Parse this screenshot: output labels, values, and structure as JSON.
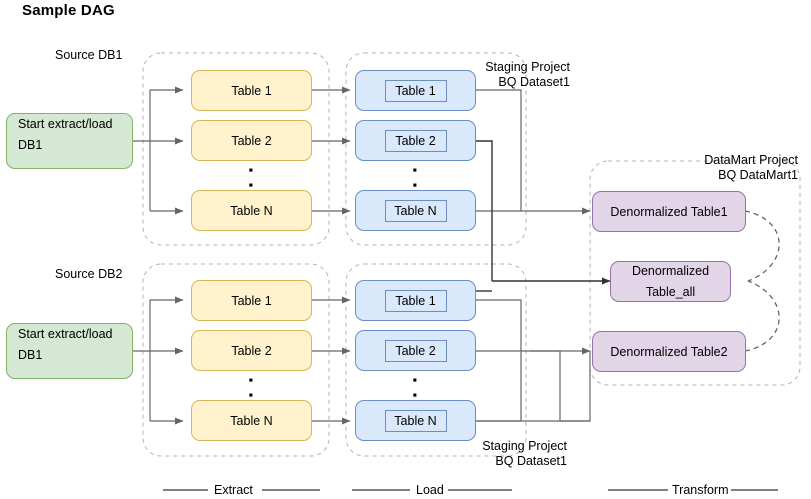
{
  "title": "Sample DAG",
  "groups": {
    "source_db1_label": "Source DB1",
    "source_db2_label": "Source DB2",
    "staging_top_line1": "Staging Project",
    "staging_top_line2": "BQ Dataset1",
    "staging_bottom_line1": "Staging Project",
    "staging_bottom_line2": "BQ Dataset1",
    "datamart_line1": "DataMart Project",
    "datamart_line2": "BQ DataMart1"
  },
  "start_nodes": [
    {
      "line1": "Start extract/load",
      "line2": "DB1"
    },
    {
      "line1": "Start extract/load",
      "line2": "DB1"
    }
  ],
  "extract_top": [
    {
      "label": "Table 1"
    },
    {
      "label": "Table 2"
    },
    {
      "label": "Table N"
    }
  ],
  "extract_bottom": [
    {
      "label": "Table 1"
    },
    {
      "label": "Table 2"
    },
    {
      "label": "Table N"
    }
  ],
  "load_top": [
    {
      "label": "Table 1"
    },
    {
      "label": "Table 2"
    },
    {
      "label": "Table N"
    }
  ],
  "load_bottom": [
    {
      "label": "Table 1"
    },
    {
      "label": "Table 2"
    },
    {
      "label": "Table N"
    }
  ],
  "transform": [
    {
      "label": "Denormalized Table1"
    },
    {
      "line1": "Denormalized",
      "line2": "Table_all"
    },
    {
      "label": "Denormalized Table2"
    }
  ],
  "phases": {
    "extract": "Extract",
    "load": "Load",
    "transform": "Transform"
  },
  "ellipsis": "▪",
  "colors": {
    "extract_fill": "#fff2cc",
    "extract_stroke": "#d6b656",
    "load_fill": "#dae8fc",
    "load_stroke": "#6c8ebf",
    "transform_fill": "#e1d5e7",
    "transform_stroke": "#9673a6",
    "start_fill": "#d5e8d4",
    "start_stroke": "#82b366",
    "edge": "#666666",
    "group_dash": "#b3b3b3"
  }
}
